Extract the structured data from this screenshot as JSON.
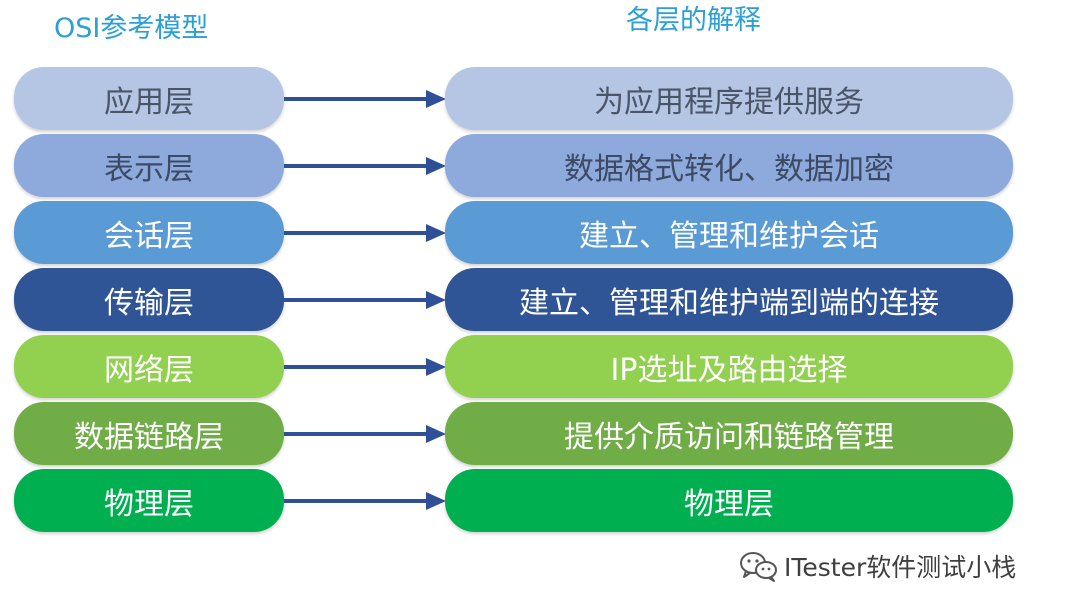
{
  "headers": {
    "left": "OSI参考模型",
    "right": "各层的解释"
  },
  "colors": {
    "header": "#2a9fd8",
    "arrow": "#2f4f96"
  },
  "layers": [
    {
      "name": "应用层",
      "desc": "为应用程序提供服务",
      "color": "#b4c6e4",
      "text_color": "#4a5568"
    },
    {
      "name": "表示层",
      "desc": "数据格式转化、数据加密",
      "color": "#8ea9dc",
      "text_color": "#3c4a63"
    },
    {
      "name": "会话层",
      "desc": "建立、管理和维护会话",
      "color": "#5b9bd5",
      "text_color": "#ffffff"
    },
    {
      "name": "传输层",
      "desc": "建立、管理和维护端到端的连接",
      "color": "#2f5597",
      "text_color": "#ffffff"
    },
    {
      "name": "网络层",
      "desc": "IP选址及路由选择",
      "color": "#92d050",
      "text_color": "#ffffff"
    },
    {
      "name": "数据链路层",
      "desc": "提供介质访问和链路管理",
      "color": "#70ad47",
      "text_color": "#ffffff"
    },
    {
      "name": "物理层",
      "desc": "物理层",
      "color": "#00b050",
      "text_color": "#ffffff"
    }
  ],
  "watermark": {
    "icon": "wechat-icon",
    "text": "ITester软件测试小栈"
  }
}
